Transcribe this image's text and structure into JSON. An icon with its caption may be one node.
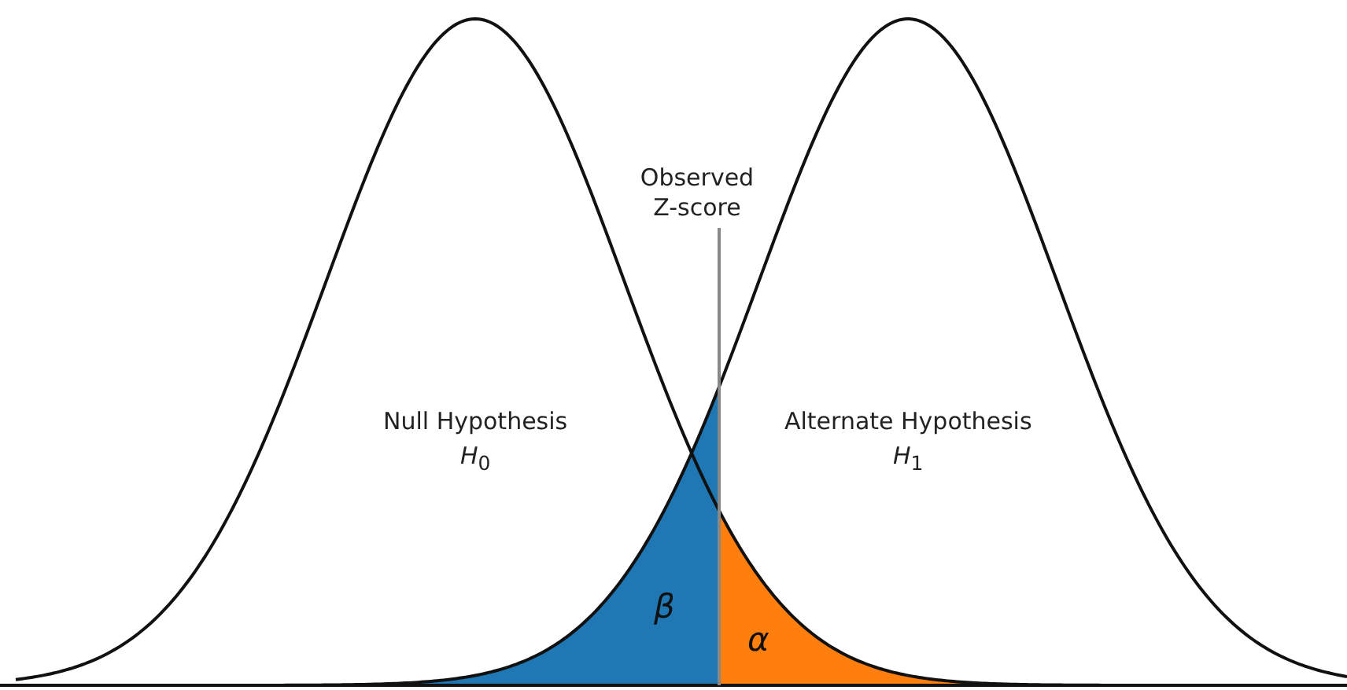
{
  "diagram": {
    "nodes": [
      {
        "text": [
          "Observed Z-score"
        ]
      },
      {
        "text": [],
        "shape": "picture"
      }
    ],
    "edges": [
      {
        "from": 0,
        "to": 1,
        "arrow": "none"
      }
    ],
    "labels": [
      "Null Hypothesis",
      "*H*$_{0}$",
      "Alternate Hypothesis",
      "*H*$_{1}$",
      "β",
      "α"
    ]
  }
}
